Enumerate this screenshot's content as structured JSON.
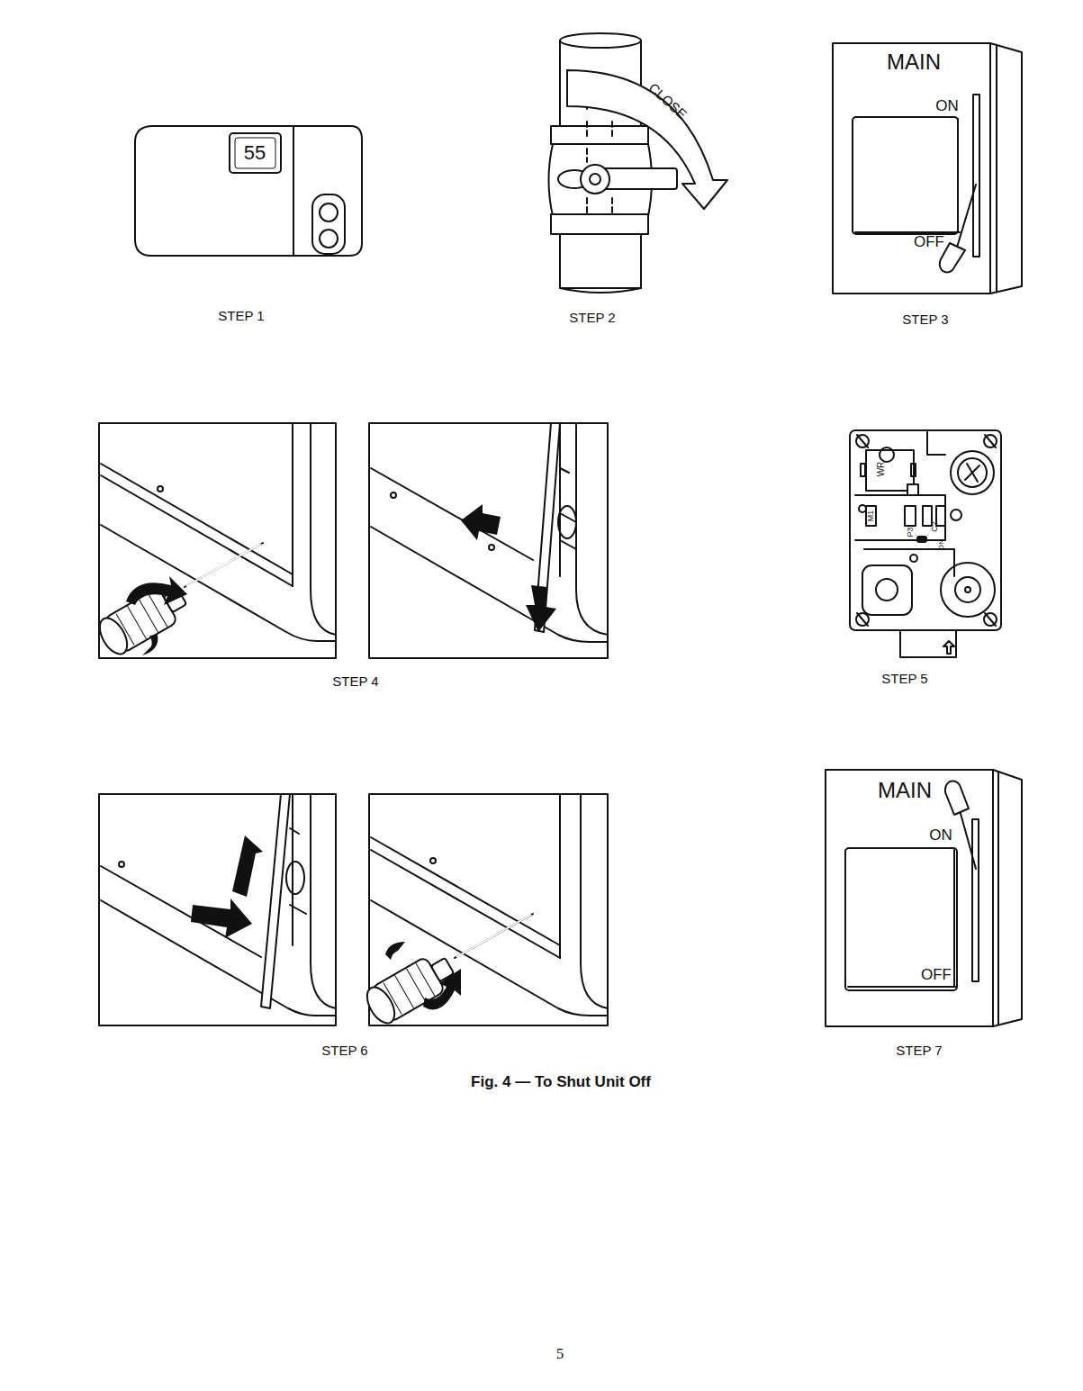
{
  "diagram": {
    "caption": "Fig. 4 — To Shut Unit Off",
    "labels": [
      "55",
      "CLOSE",
      "MAIN",
      "ON",
      "OFF",
      "STEP 1",
      "STEP 2",
      "STEP 3",
      "WR",
      "M1",
      "P3",
      "C2",
      "ON",
      "STEP 4",
      "STEP 5",
      "MAIN",
      "ON",
      "OFF",
      "STEP 6",
      "STEP 7",
      "5"
    ]
  }
}
